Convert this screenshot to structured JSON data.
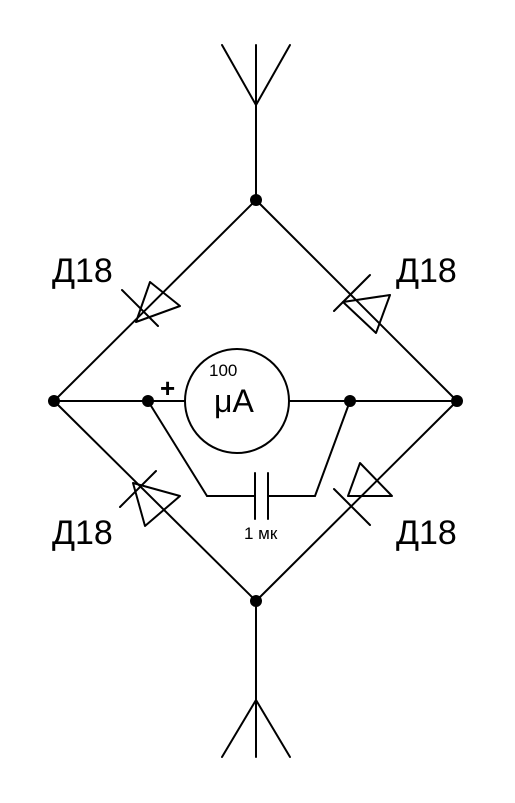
{
  "diagonal_label_top_left": "Д18",
  "diagonal_label_top_right": "Д18",
  "diagonal_label_bottom_left": "Д18",
  "diagonal_label_bottom_right": "Д18",
  "meter": {
    "range": "100",
    "unit": "μA",
    "polarity": "+"
  },
  "capacitor": {
    "value": "1 мк"
  }
}
